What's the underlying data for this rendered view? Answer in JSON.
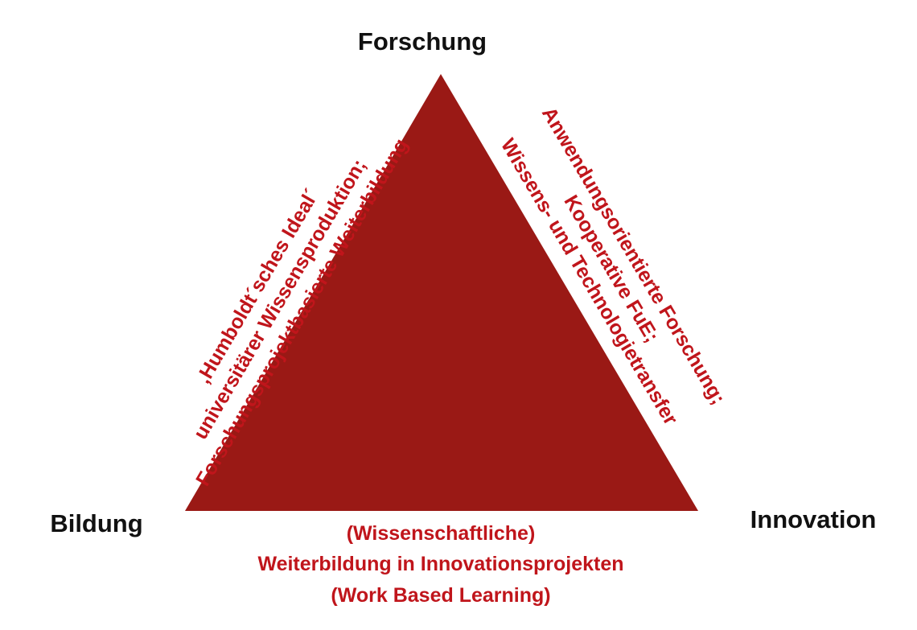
{
  "colors": {
    "triangle": "#9a1915",
    "text_red": "#c0151b",
    "label": "#111111"
  },
  "corners": {
    "top": "Forschung",
    "left": "Bildung",
    "right": "Innovation"
  },
  "left_edge_lines": [
    ",Humboldt´sches Ideal´",
    "universitärer Wissensproduktion;",
    "Forschungsprojektbasierte Weiterbildung"
  ],
  "right_edge_lines": [
    "Anwendungsorientierte Forschung;",
    "Kooperative FuE;",
    "Wissens- und Technologietransfer"
  ],
  "bottom_edge_lines": [
    "(Wissenschaftliche)",
    "Weiterbildung in Innovationsprojekten",
    "(Work Based Learning)"
  ]
}
